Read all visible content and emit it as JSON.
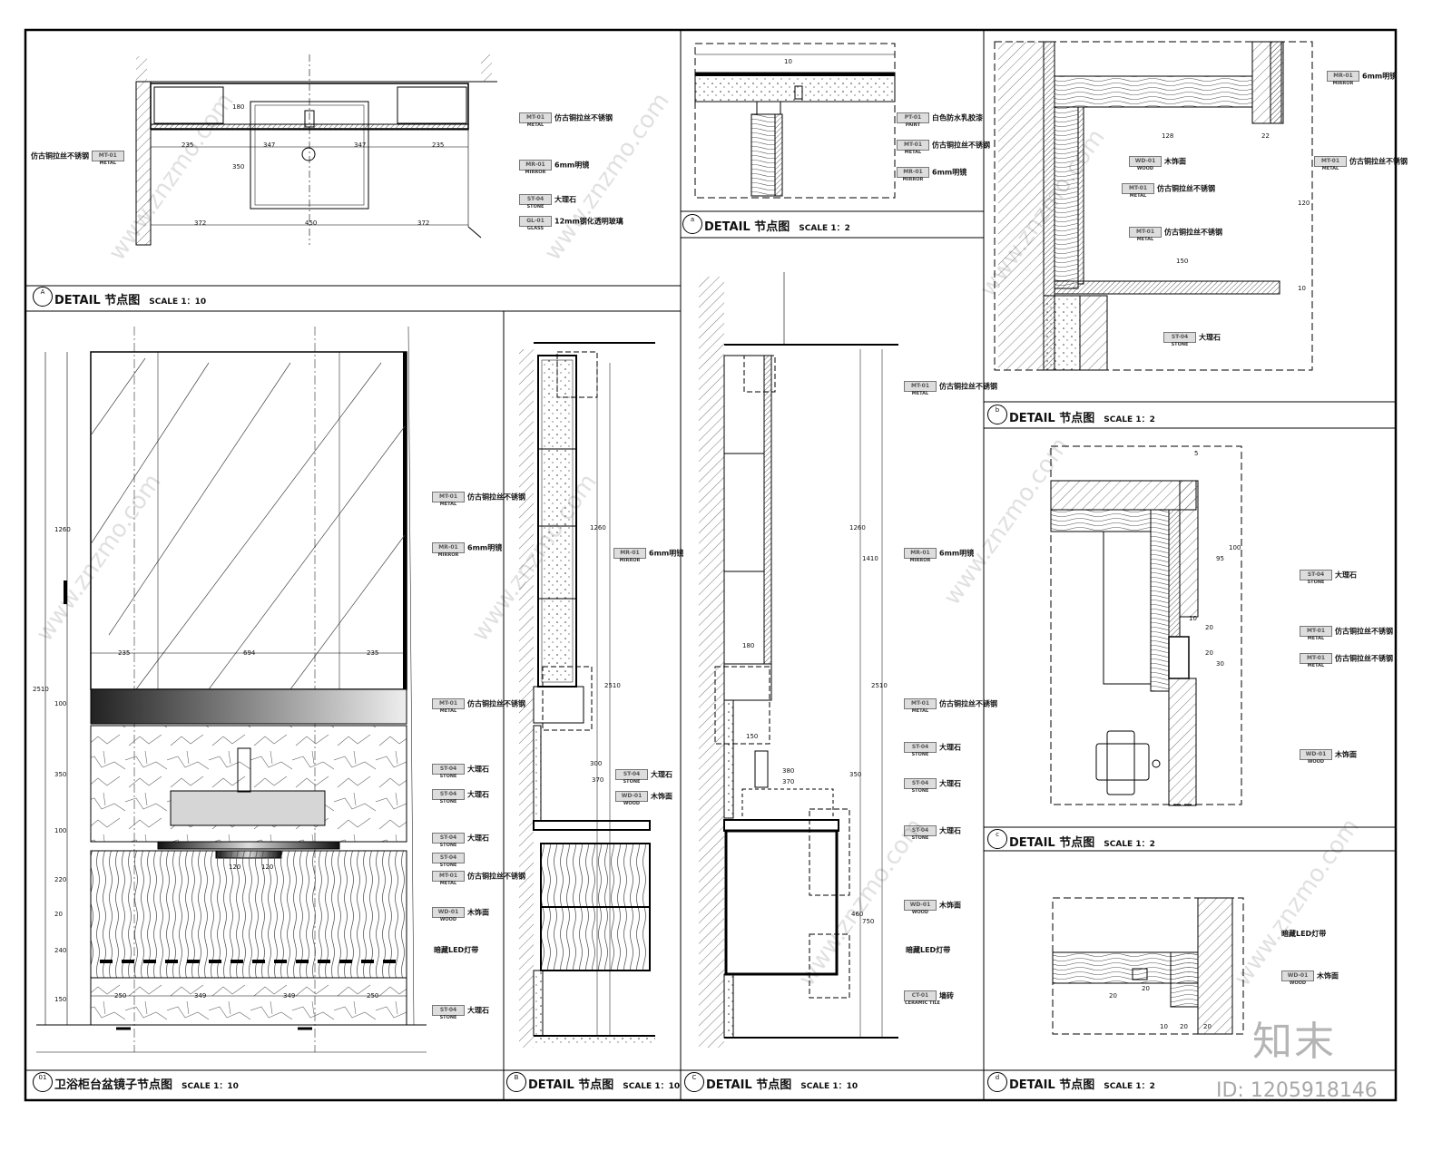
{
  "frames": {
    "A": {
      "bubble": "A",
      "title": "DETAIL  节点图",
      "scale": "SCALE  1：10"
    },
    "main": {
      "bubble": "01",
      "title": "卫浴柜台盆镜子节点图",
      "scale": "SCALE  1：10"
    },
    "B": {
      "bubble": "B",
      "title": "DETAIL  节点图",
      "scale": "SCALE  1：10"
    },
    "C": {
      "bubble": "C",
      "title": "DETAIL  节点图",
      "scale": "SCALE  1：10"
    },
    "a": {
      "bubble": "a",
      "title": "DETAIL  节点图",
      "scale": "SCALE  1：2"
    },
    "b": {
      "bubble": "b",
      "title": "DETAIL  节点图",
      "scale": "SCALE  1：2"
    },
    "c": {
      "bubble": "c",
      "title": "DETAIL  节点图",
      "scale": "SCALE  1：2"
    },
    "d": {
      "bubble": "d",
      "title": "DETAIL  节点图",
      "scale": "SCALE  1：2"
    }
  },
  "materials": {
    "metal": {
      "code": "MT-01",
      "sub": "METAL",
      "text": "仿古铜拉丝不锈钢"
    },
    "mirror": {
      "code": "MR-01",
      "sub": "MIRROR",
      "text": "6mm明镜"
    },
    "stone": {
      "code": "ST-04",
      "sub": "STONE",
      "text": "大理石"
    },
    "glass": {
      "code": "GL-01",
      "sub": "GLASS",
      "text": "12mm钢化透明玻璃"
    },
    "wood": {
      "code": "WD-01",
      "sub": "WOOD",
      "text": "木饰面"
    },
    "paint": {
      "code": "PT-01",
      "sub": "PAINT",
      "text": "白色防水乳胶漆"
    },
    "led": {
      "text": "暗藏LED灯带"
    },
    "tile": {
      "code": "CT-01",
      "sub": "CERAMIC TILE",
      "text": "墙砖"
    }
  },
  "dims": {
    "planTop": [
      "235",
      "347",
      "347",
      "235"
    ],
    "planBottom": [
      "372",
      "450",
      "372"
    ],
    "planMisc": [
      "180",
      "350"
    ],
    "elevHeights": [
      "1260",
      "100",
      "350",
      "100",
      "220",
      "20",
      "240",
      "150"
    ],
    "elevTotal": "2510",
    "elevMid": [
      "235",
      "694",
      "235"
    ],
    "elevBottom": [
      "250",
      "349",
      "349",
      "250"
    ],
    "basin": [
      "120",
      "120"
    ],
    "sectB": [
      "1260",
      "2510",
      "370",
      "300"
    ],
    "sectC": [
      "1410",
      "1260",
      "2510",
      "180",
      "150",
      "380",
      "370",
      "350",
      "460",
      "750"
    ],
    "detB": [
      "128",
      "22",
      "120",
      "150",
      "10"
    ],
    "detC": [
      "5",
      "100",
      "95",
      "10",
      "20",
      "20",
      "30"
    ],
    "detD": [
      "20",
      "20",
      "10",
      "20",
      "20"
    ],
    "detA": [
      "10"
    ]
  },
  "watermark": {
    "domain": "www.znzmo.com",
    "brand": "知末",
    "id": "ID: 1205918146"
  }
}
